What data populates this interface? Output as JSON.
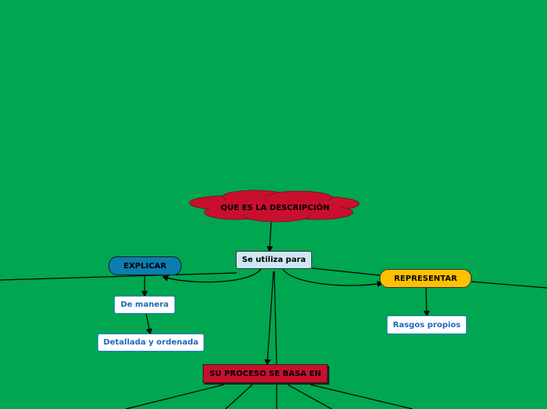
{
  "mindmap": {
    "central": "QUE ES LA DESCRIPCIÓN",
    "utiliza": "Se utiliza para",
    "explicar": "EXPLICAR",
    "representar": "REPRESENTAR",
    "manera": "De manera",
    "detallada": "Detallada y ordenada",
    "rasgos": "Rasgos propios",
    "proceso": "SU PROCESO SE BASA EN"
  },
  "colors": {
    "background": "#00a650",
    "cloud": "#c8102e",
    "explicar": "#0b7db0",
    "representar": "#ffc000",
    "utiliza": "#cde8f3",
    "proceso": "#c8102e"
  }
}
